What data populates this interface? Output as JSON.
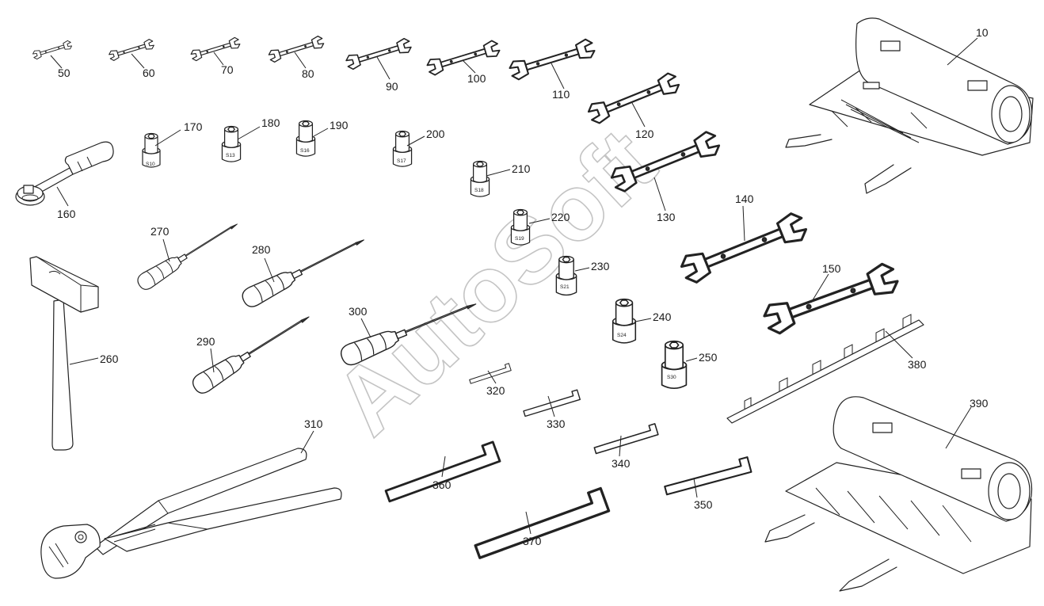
{
  "watermark": "AutoSoft",
  "parts": [
    {
      "id": "tool-roll-full",
      "callout": "10"
    },
    {
      "id": "wrench-50",
      "callout": "50"
    },
    {
      "id": "wrench-60",
      "callout": "60"
    },
    {
      "id": "wrench-70",
      "callout": "70"
    },
    {
      "id": "wrench-80",
      "callout": "80"
    },
    {
      "id": "wrench-90",
      "callout": "90"
    },
    {
      "id": "wrench-100",
      "callout": "100"
    },
    {
      "id": "wrench-110",
      "callout": "110"
    },
    {
      "id": "wrench-120",
      "callout": "120"
    },
    {
      "id": "wrench-130",
      "callout": "130"
    },
    {
      "id": "wrench-140",
      "callout": "140"
    },
    {
      "id": "wrench-150",
      "callout": "150"
    },
    {
      "id": "ratchet-160",
      "callout": "160"
    },
    {
      "id": "socket-170",
      "callout": "170",
      "stamp": "S10"
    },
    {
      "id": "socket-180",
      "callout": "180",
      "stamp": "S13"
    },
    {
      "id": "socket-190",
      "callout": "190",
      "stamp": "S16"
    },
    {
      "id": "socket-200",
      "callout": "200",
      "stamp": "S17"
    },
    {
      "id": "socket-210",
      "callout": "210",
      "stamp": "S18"
    },
    {
      "id": "socket-220",
      "callout": "220",
      "stamp": "S19"
    },
    {
      "id": "socket-230",
      "callout": "230",
      "stamp": "S21"
    },
    {
      "id": "socket-240",
      "callout": "240",
      "stamp": "S24"
    },
    {
      "id": "socket-250",
      "callout": "250",
      "stamp": "S30"
    },
    {
      "id": "hammer-260",
      "callout": "260"
    },
    {
      "id": "screwdriver-270",
      "callout": "270"
    },
    {
      "id": "screwdriver-280",
      "callout": "280"
    },
    {
      "id": "screwdriver-290",
      "callout": "290"
    },
    {
      "id": "screwdriver-300",
      "callout": "300"
    },
    {
      "id": "pliers-310",
      "callout": "310"
    },
    {
      "id": "hex-key-320",
      "callout": "320"
    },
    {
      "id": "hex-key-330",
      "callout": "330"
    },
    {
      "id": "hex-key-340",
      "callout": "340"
    },
    {
      "id": "hex-key-350",
      "callout": "350"
    },
    {
      "id": "hex-key-360",
      "callout": "360"
    },
    {
      "id": "hex-key-370",
      "callout": "370"
    },
    {
      "id": "socket-rail-380",
      "callout": "380"
    },
    {
      "id": "tool-roll-empty",
      "callout": "390"
    }
  ]
}
